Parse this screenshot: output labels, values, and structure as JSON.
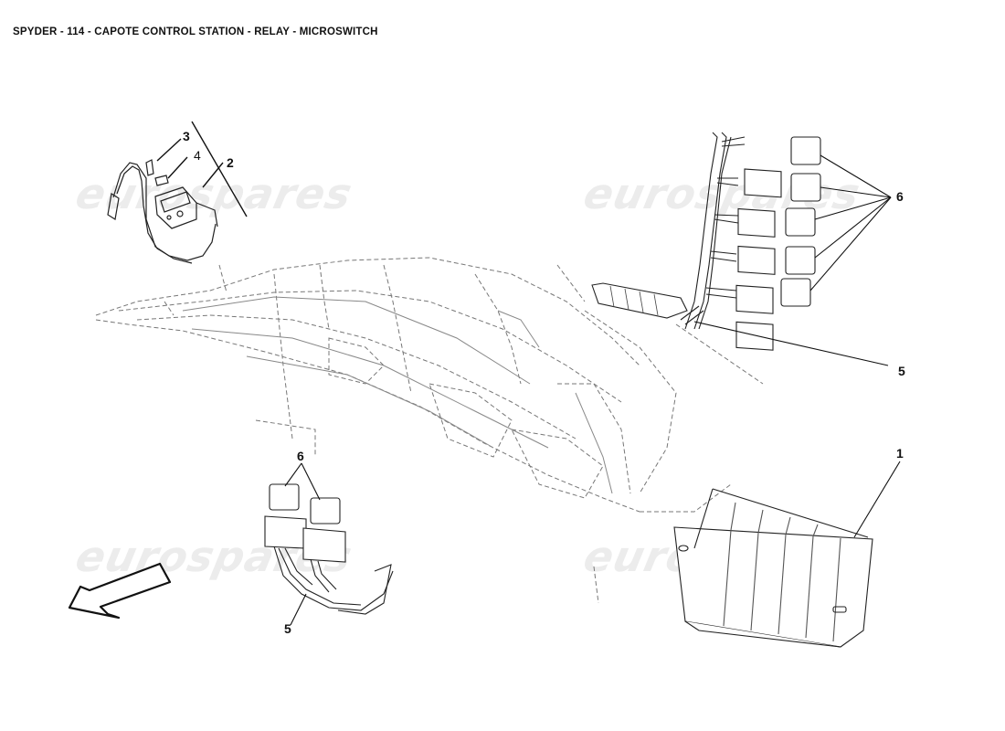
{
  "title": "SPYDER - 114 - CAPOTE CONTROL STATION - RELAY - MICROSWITCH",
  "watermark": "eurospares",
  "callouts": {
    "c1": "1",
    "c2": "2",
    "c3": "3",
    "c4": "4",
    "c5_top": "5",
    "c5_bottom": "5",
    "c6_right": "6",
    "c6_bottom": "6"
  }
}
